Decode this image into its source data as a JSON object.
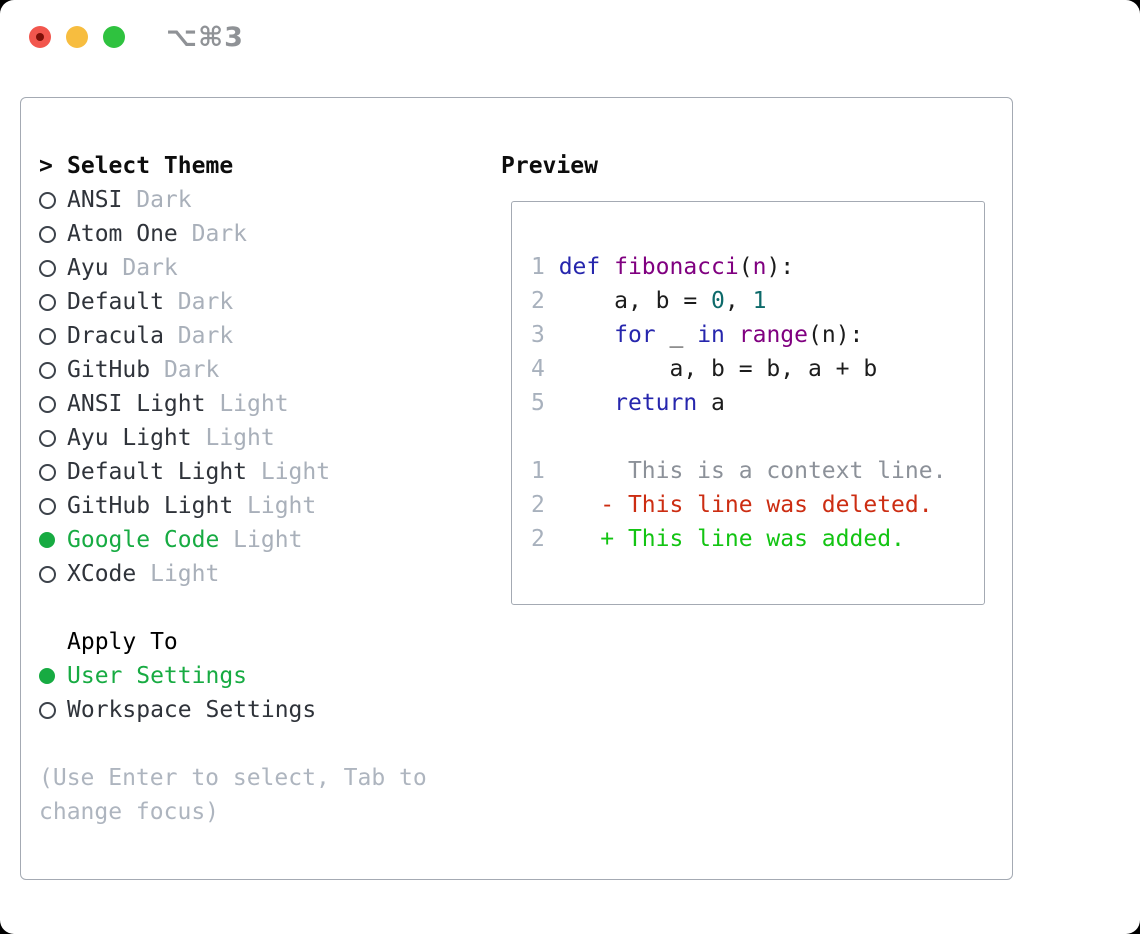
{
  "window": {
    "title": "⌥⌘3"
  },
  "titlebar": {
    "buttons": [
      "close",
      "minimize",
      "zoom"
    ]
  },
  "theme_list": {
    "cursor": ">",
    "header": "Select Theme",
    "items": [
      {
        "name": "ANSI",
        "variant": "Dark",
        "selected": false
      },
      {
        "name": "Atom One",
        "variant": "Dark",
        "selected": false
      },
      {
        "name": "Ayu",
        "variant": "Dark",
        "selected": false
      },
      {
        "name": "Default",
        "variant": "Dark",
        "selected": false
      },
      {
        "name": "Dracula",
        "variant": "Dark",
        "selected": false
      },
      {
        "name": "GitHub",
        "variant": "Dark",
        "selected": false
      },
      {
        "name": "ANSI Light",
        "variant": "Light",
        "selected": false
      },
      {
        "name": "Ayu Light",
        "variant": "Light",
        "selected": false
      },
      {
        "name": "Default Light",
        "variant": "Light",
        "selected": false
      },
      {
        "name": "GitHub Light",
        "variant": "Light",
        "selected": false
      },
      {
        "name": "Google Code",
        "variant": "Light",
        "selected": true
      },
      {
        "name": "XCode",
        "variant": "Light",
        "selected": false
      }
    ]
  },
  "apply_to": {
    "header": "Apply To",
    "options": [
      {
        "name": "User Settings",
        "selected": true
      },
      {
        "name": "Workspace Settings",
        "selected": false
      }
    ]
  },
  "help_text": "(Use Enter to select, Tab to change focus)",
  "preview": {
    "header": "Preview",
    "code_lines": [
      [
        {
          "t": "1 ",
          "c": "ln"
        },
        {
          "t": "def ",
          "c": "kw"
        },
        {
          "t": "fibonacci",
          "c": "fn"
        },
        {
          "t": "(",
          "c": "pln"
        },
        {
          "t": "n",
          "c": "fn"
        },
        {
          "t": "):",
          "c": "pln"
        }
      ],
      [
        {
          "t": "2 ",
          "c": "ln"
        },
        {
          "t": "    a, b = ",
          "c": "pln"
        },
        {
          "t": "0",
          "c": "lit"
        },
        {
          "t": ", ",
          "c": "pln"
        },
        {
          "t": "1",
          "c": "lit"
        }
      ],
      [
        {
          "t": "3 ",
          "c": "ln"
        },
        {
          "t": "    ",
          "c": "pln"
        },
        {
          "t": "for",
          "c": "kw"
        },
        {
          "t": " _ ",
          "c": "pln"
        },
        {
          "t": "in",
          "c": "kw"
        },
        {
          "t": " ",
          "c": "pln"
        },
        {
          "t": "range",
          "c": "fn"
        },
        {
          "t": "(n):",
          "c": "pln"
        }
      ],
      [
        {
          "t": "4 ",
          "c": "ln"
        },
        {
          "t": "        a, b = b, a + b",
          "c": "pln"
        }
      ],
      [
        {
          "t": "5 ",
          "c": "ln"
        },
        {
          "t": "    ",
          "c": "pln"
        },
        {
          "t": "return",
          "c": "kw"
        },
        {
          "t": " a",
          "c": "pln"
        }
      ],
      [],
      [
        {
          "t": "1",
          "c": "ln"
        },
        {
          "t": "      This is a context line.",
          "c": "ctx"
        }
      ],
      [
        {
          "t": "2",
          "c": "ln"
        },
        {
          "t": "    ",
          "c": "pln"
        },
        {
          "t": "- This line was deleted.",
          "c": "del"
        }
      ],
      [
        {
          "t": "2",
          "c": "ln"
        },
        {
          "t": "    ",
          "c": "pln"
        },
        {
          "t": "+ This line was added.",
          "c": "add"
        }
      ]
    ]
  },
  "colors": {
    "ln": "#a8b1bd",
    "kw": "#2626ad",
    "fn": "#800080",
    "lit": "#0d6a6a",
    "pln": "#1c1c1c",
    "ctx": "#8c9199",
    "del": "#cc2d12",
    "add": "#13c413",
    "selected_green": "#17ab42",
    "item_text": "#2f333a",
    "variant_text": "#a9b0ba",
    "help_text": "#aeb5bf",
    "panel_border": "#a4aab3",
    "traffic_red": "#f2564d",
    "traffic_yellow": "#f7bd3f",
    "traffic_green": "#2fc23f",
    "title_gray": "#8f9296"
  }
}
